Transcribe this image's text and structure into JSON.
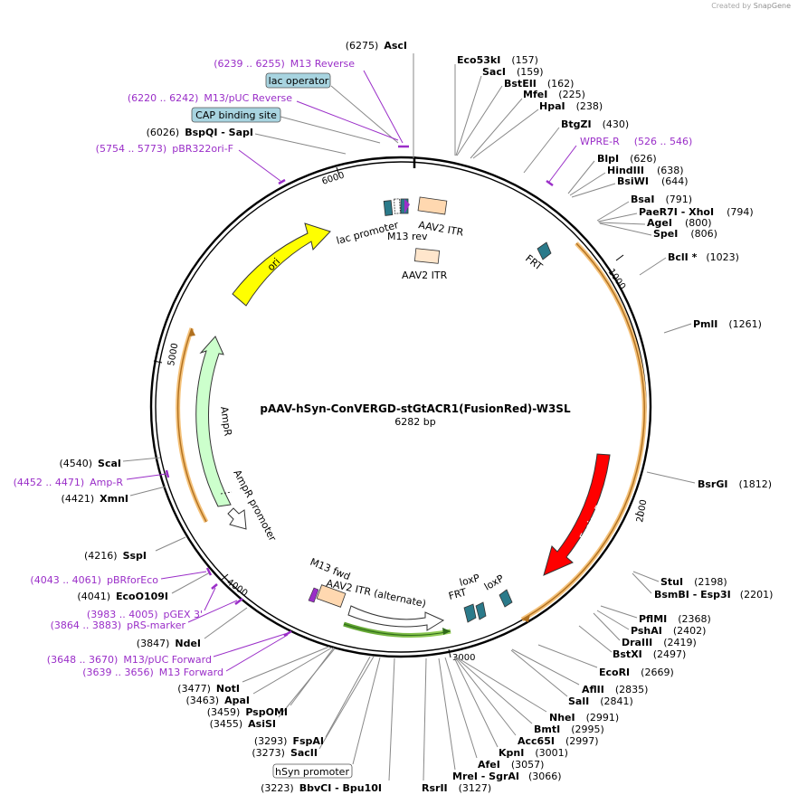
{
  "credit": {
    "prefix": "Created by",
    "brand": "SnapGene"
  },
  "plasmid": {
    "name": "pAAV-hSyn-ConVERGD-stGtACR1(FusionRed)-W3SL",
    "length": "6282 bp"
  },
  "ticks": [
    "1000",
    "2000",
    "3000",
    "4000",
    "5000",
    "6000"
  ],
  "sites": [
    {
      "pos": "(6275)",
      "name": "AscI"
    },
    {
      "pos": "(157)",
      "name": "Eco53kI"
    },
    {
      "pos": "(159)",
      "name": "SacI"
    },
    {
      "pos": "(162)",
      "name": "BstEII"
    },
    {
      "pos": "(225)",
      "name": "MfeI"
    },
    {
      "pos": "(238)",
      "name": "HpaI"
    },
    {
      "pos": "(430)",
      "name": "BtgZI"
    },
    {
      "pos": "(626)",
      "name": "BlpI"
    },
    {
      "pos": "(638)",
      "name": "HindIII"
    },
    {
      "pos": "(644)",
      "name": "BsiWI"
    },
    {
      "pos": "(791)",
      "name": "BsaI"
    },
    {
      "pos": "(794)",
      "name": "PaeR7I - XhoI"
    },
    {
      "pos": "(800)",
      "name": "AgeI"
    },
    {
      "pos": "(806)",
      "name": "SpeI"
    },
    {
      "pos": "(1023)",
      "name": "BclI *"
    },
    {
      "pos": "(1261)",
      "name": "PmlI"
    },
    {
      "pos": "(1812)",
      "name": "BsrGI"
    },
    {
      "pos": "(2198)",
      "name": "StuI"
    },
    {
      "pos": "(2201)",
      "name": "BsmBI - Esp3I"
    },
    {
      "pos": "(2368)",
      "name": "PflMI"
    },
    {
      "pos": "(2402)",
      "name": "PshAI"
    },
    {
      "pos": "(2419)",
      "name": "DraIII"
    },
    {
      "pos": "(2497)",
      "name": "BstXI"
    },
    {
      "pos": "(2669)",
      "name": "EcoRI"
    },
    {
      "pos": "(2835)",
      "name": "AflII"
    },
    {
      "pos": "(2841)",
      "name": "SalI"
    },
    {
      "pos": "(2991)",
      "name": "NheI"
    },
    {
      "pos": "(2995)",
      "name": "BmtI"
    },
    {
      "pos": "(2997)",
      "name": "Acc65I"
    },
    {
      "pos": "(3001)",
      "name": "KpnI"
    },
    {
      "pos": "(3057)",
      "name": "AfeI"
    },
    {
      "pos": "(3066)",
      "name": "MreI - SgrAI"
    },
    {
      "pos": "(3127)",
      "name": "RsrII"
    },
    {
      "pos": "(3223)",
      "name": "BbvCI - Bpu10I"
    },
    {
      "pos": "(3273)",
      "name": "SacII"
    },
    {
      "pos": "(3293)",
      "name": "FspAI"
    },
    {
      "pos": "(3455)",
      "name": "AsiSI"
    },
    {
      "pos": "(3459)",
      "name": "PspOMI"
    },
    {
      "pos": "(3463)",
      "name": "ApaI"
    },
    {
      "pos": "(3477)",
      "name": "NotI"
    },
    {
      "pos": "(3847)",
      "name": "NdeI"
    },
    {
      "pos": "(4041)",
      "name": "EcoO109I"
    },
    {
      "pos": "(4216)",
      "name": "SspI"
    },
    {
      "pos": "(4421)",
      "name": "XmnI"
    },
    {
      "pos": "(4540)",
      "name": "ScaI"
    },
    {
      "pos": "(6026)",
      "name": "BspQI - SapI"
    }
  ],
  "primers": [
    {
      "range": "(6239 .. 6255)",
      "name": "M13 Reverse"
    },
    {
      "range": "(6220 .. 6242)",
      "name": "M13/pUC Reverse"
    },
    {
      "range": "(5754 .. 5773)",
      "name": "pBR322ori-F"
    },
    {
      "range": "(526 .. 546)",
      "name": "WPRE-R"
    },
    {
      "range": "(4452 .. 4471)",
      "name": "Amp-R"
    },
    {
      "range": "(4043 .. 4061)",
      "name": "pBRforEco"
    },
    {
      "range": "(3983 .. 4005)",
      "name": "pGEX 3'"
    },
    {
      "range": "(3864 .. 3883)",
      "name": "pRS-marker"
    },
    {
      "range": "(3648 .. 3670)",
      "name": "M13/pUC Forward"
    },
    {
      "range": "(3639 .. 3656)",
      "name": "M13 Forward"
    }
  ],
  "boxed": [
    "lac operator",
    "CAP binding site",
    "hSyn promoter"
  ],
  "features": [
    "lac promoter",
    "M13 rev",
    "AAV2 ITR",
    "AAV2 ITR",
    "FRT",
    "ori",
    "AmpR",
    "AmpR promoter",
    "FusionRed",
    "M13 fwd",
    "AAV2 ITR (alternate)",
    "FRT",
    "loxP",
    "loxP"
  ],
  "colors": {
    "ori": "#ffff00",
    "ampr": "#ccffcc",
    "fusionred": "#ff0000",
    "itr": "#ffd8b0",
    "frt": "#2b7a8a",
    "primer": "#9a2ec8",
    "box": "#a8d4e0",
    "orange": "#f5c27a"
  }
}
